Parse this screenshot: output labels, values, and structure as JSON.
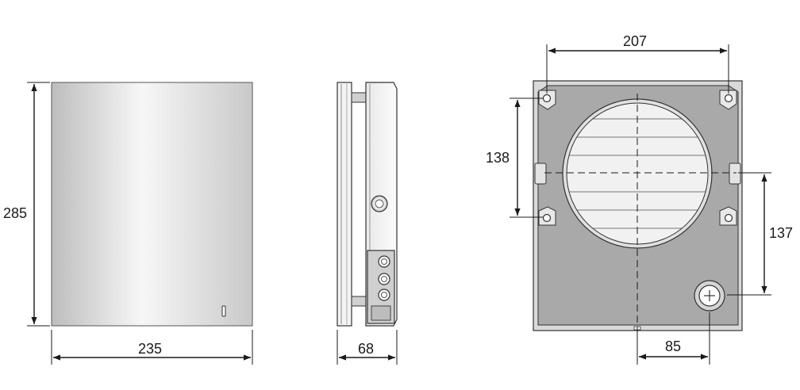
{
  "dimensions": {
    "front_width": "235",
    "front_height": "285",
    "side_depth": "68",
    "back_hole_spacing_x": "207",
    "back_hole_spacing_y": "138",
    "back_port_height": "137",
    "back_port_offset": "85"
  },
  "colors": {
    "line": "#1a1a1a",
    "panel_light": "#e6e6e6",
    "panel_mid": "#c8c8c8",
    "back_plate": "#a9a9a9",
    "back_frame": "#d9d9d9",
    "grille": "#f2f2f2"
  }
}
